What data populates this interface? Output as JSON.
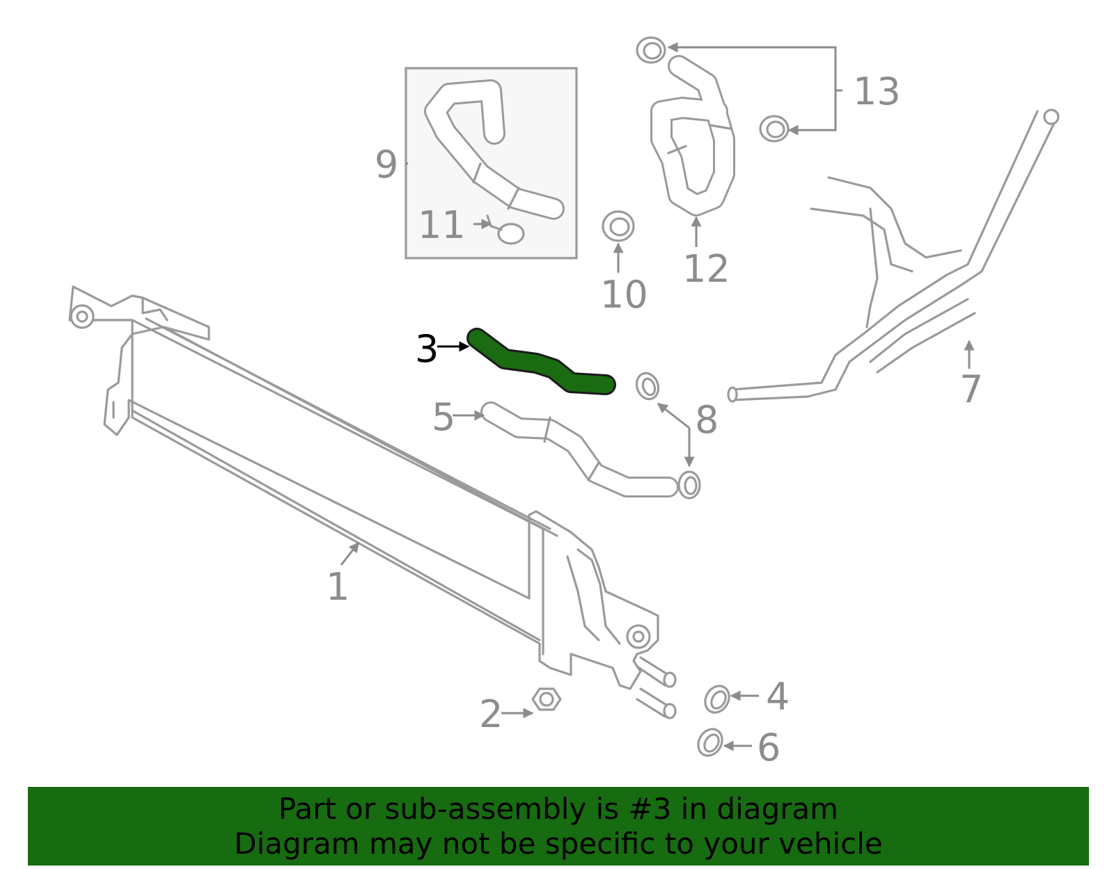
{
  "callouts": [
    {
      "id": "1",
      "text": "1"
    },
    {
      "id": "2",
      "text": "2"
    },
    {
      "id": "3",
      "text": "3"
    },
    {
      "id": "4",
      "text": "4"
    },
    {
      "id": "5",
      "text": "5"
    },
    {
      "id": "6",
      "text": "6"
    },
    {
      "id": "7",
      "text": "7"
    },
    {
      "id": "8",
      "text": "8"
    },
    {
      "id": "9",
      "text": "9"
    },
    {
      "id": "10",
      "text": "10"
    },
    {
      "id": "11",
      "text": "11"
    },
    {
      "id": "12",
      "text": "12"
    },
    {
      "id": "13",
      "text": "13"
    }
  ],
  "highlighted_part": "3",
  "banner": {
    "line1": "Part or sub-assembly is #3 in diagram",
    "line2": "Diagram may not be specific to your vehicle"
  },
  "colors": {
    "highlight": "#1a6b12",
    "banner_bg": "#176b10",
    "part_stroke": "#9a9a9a",
    "label": "#8c8c8c"
  }
}
